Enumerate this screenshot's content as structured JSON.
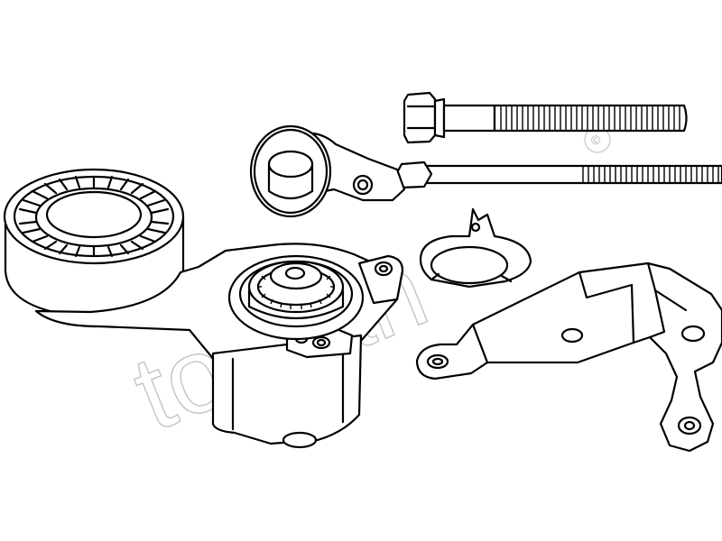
{
  "watermark": {
    "text": "topran",
    "symbol": "©",
    "color": "#c4c4c4"
  },
  "parts": [
    {
      "name": "belt-tensioner-idler-pulley"
    },
    {
      "name": "tensioner-housing"
    },
    {
      "name": "mounting-bolt"
    },
    {
      "name": "tensioner-arm-link"
    },
    {
      "name": "spring-retainer-ring"
    },
    {
      "name": "mounting-bracket"
    }
  ],
  "line_color": "#000000",
  "background": "#ffffff"
}
